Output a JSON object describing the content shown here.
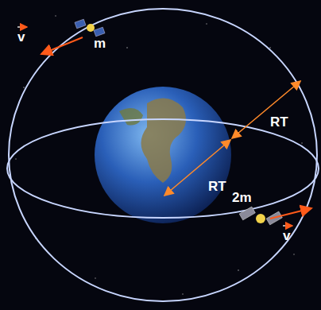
{
  "diagram": {
    "labels": [
      "v",
      "m",
      "RT",
      "RT",
      "2m",
      "v"
    ]
  }
}
